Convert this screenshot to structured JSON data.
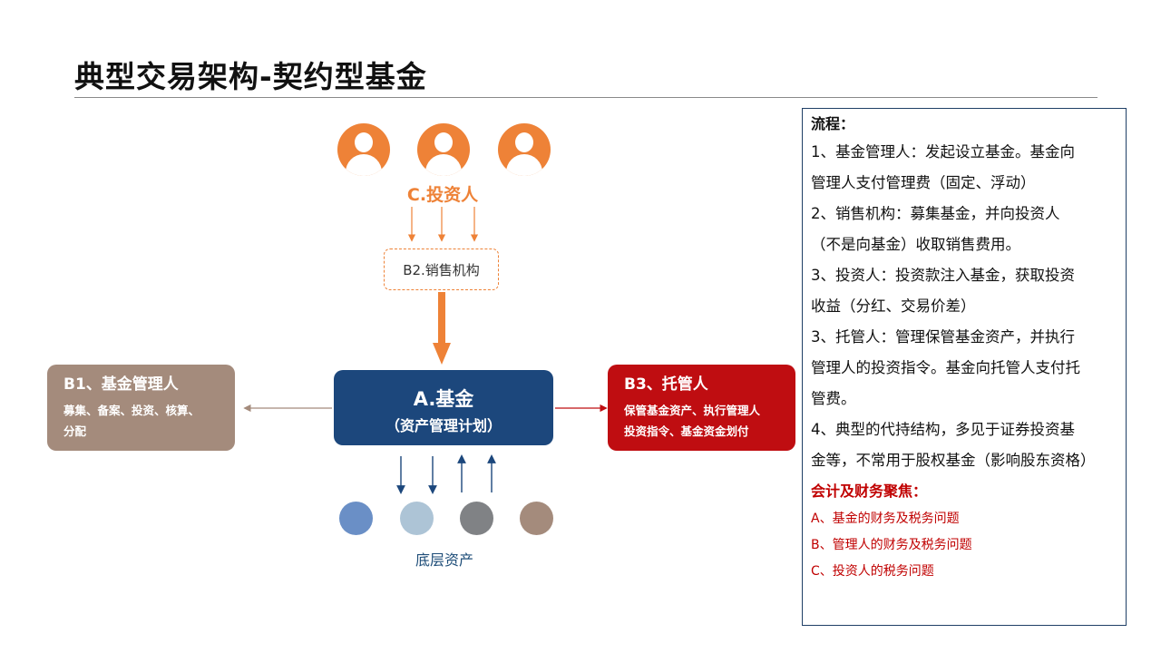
{
  "title": "典型交易架构-契约型基金",
  "colors": {
    "investor": "#ee8237",
    "fund": "#1c477c",
    "manager": "#a48b7c",
    "custodian": "#bf0d11",
    "panel_red": "#c00000"
  },
  "diagram": {
    "investors": {
      "label": "C.投资人",
      "icons": [
        "person-icon",
        "person-icon",
        "person-icon"
      ]
    },
    "sales_agency": {
      "label": "B2.销售机构"
    },
    "fund": {
      "name": "A.基金",
      "subtitle": "（资产管理计划）"
    },
    "manager": {
      "title": "B1、基金管理人",
      "desc_line1": "募集、备案、投资、核算、",
      "desc_line2": "分配"
    },
    "custodian": {
      "title": "B3、托管人",
      "desc_line1": "保管基金资产、执行管理人",
      "desc_line2": "投资指令、基金资金划付"
    },
    "underlying_assets": {
      "label": "底层资产",
      "dot_colors": [
        "#6a8fc6",
        "#adc4d6",
        "#808285",
        "#a48b7c"
      ]
    }
  },
  "panel": {
    "heading": "流程：",
    "lines": [
      "1、基金管理人：发起设立基金。基金向",
      "管理人支付管理费（固定、浮动）",
      "2、销售机构：募集基金，并向投资人",
      "（不是向基金）收取销售费用。",
      "3、投资人：投资款注入基金，获取投资",
      "收益（分红、交易价差）",
      "3、托管人：管理保管基金资产，并执行",
      "管理人的投资指令。基金向托管人支付托",
      "管费。",
      "4、典型的代持结构，多见于证券投资基",
      "金等，不常用于股权基金（影响股东资格）"
    ],
    "focus_heading": "会计及财务聚焦：",
    "focus_items": [
      "A、基金的财务及税务问题",
      "B、管理人的财务及税务问题",
      "C、投资人的税务问题"
    ]
  }
}
